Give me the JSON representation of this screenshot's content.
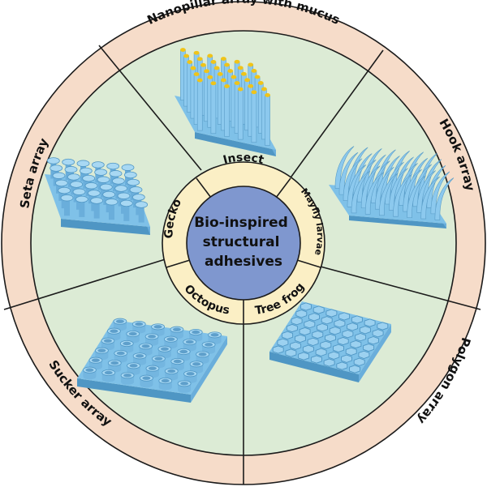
{
  "center_title": [
    "Bio-inspired",
    "structural",
    "adhesives"
  ],
  "organisms": [
    "Insect",
    "Mayfly larvae",
    "Tree frog",
    "Octopus",
    "Gecko"
  ],
  "structures": [
    "Nanopillar array with mucus",
    "Hook array",
    "Polygon array",
    "Sucker array",
    "Seta array"
  ],
  "colors": {
    "outer_ring": "#f6dcc9",
    "sector_fill": "#dcebd5",
    "inner_ring": "#fbefc5",
    "center_disc": "#7f97cf",
    "outline": "#1b1b1b",
    "structure_blue": "#7fc1e8",
    "structure_shade": "#4f96c4",
    "mucus_tip": "#f0c419"
  }
}
